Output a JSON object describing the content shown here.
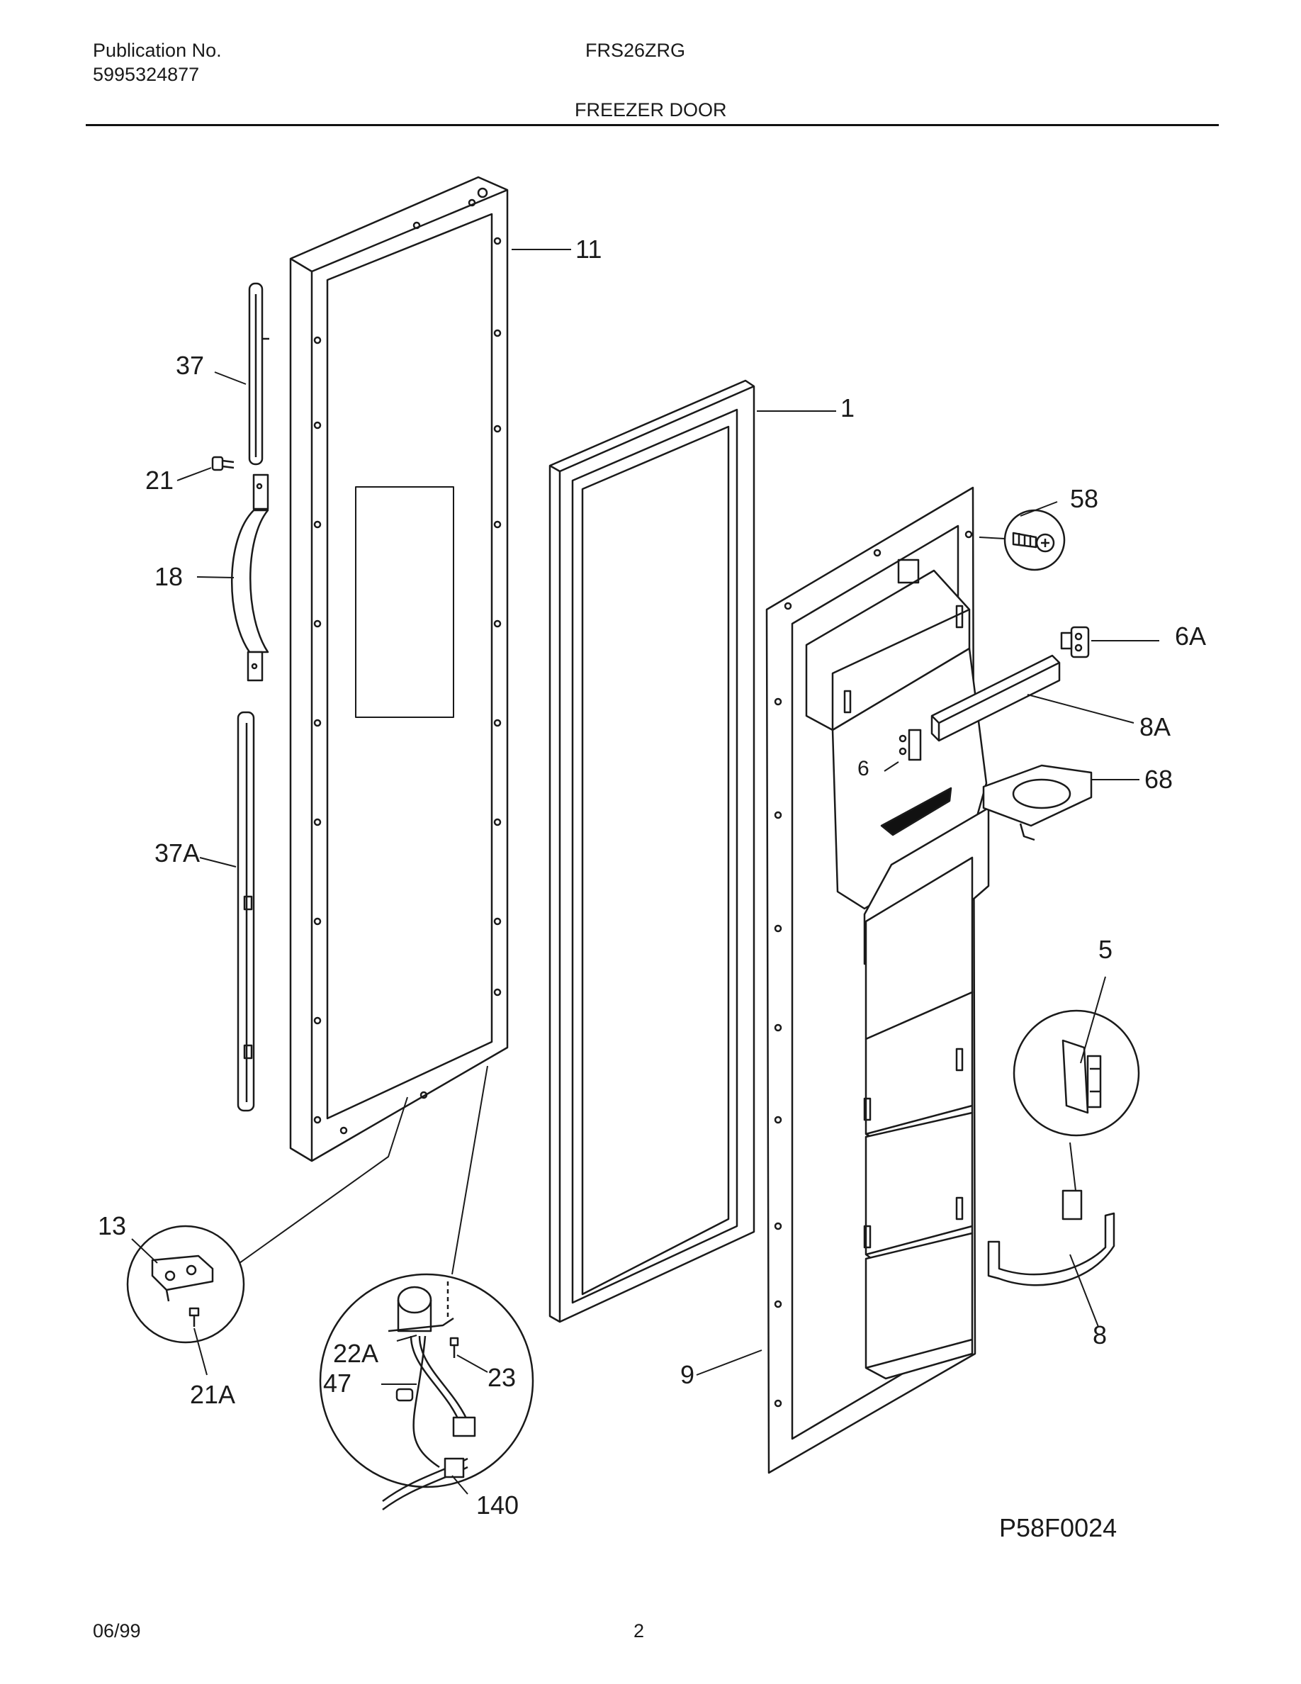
{
  "header": {
    "publication_label": "Publication No.",
    "publication_number": "5995324877",
    "model": "FRS26ZRG",
    "section_title": "FREEZER DOOR"
  },
  "parts": {
    "p11": "11",
    "p1": "1",
    "p37": "37",
    "p21": "21",
    "p18": "18",
    "p37A": "37A",
    "p58": "58",
    "p6A": "6A",
    "p8A": "8A",
    "p6": "6",
    "p68": "68",
    "p5": "5",
    "p13": "13",
    "p21A": "21A",
    "p22A": "22A",
    "p47": "47",
    "p23": "23",
    "p140": "140",
    "p9": "9",
    "p8": "8"
  },
  "figure_code": "P58F0024",
  "footer": {
    "date": "06/99",
    "page": "2"
  }
}
